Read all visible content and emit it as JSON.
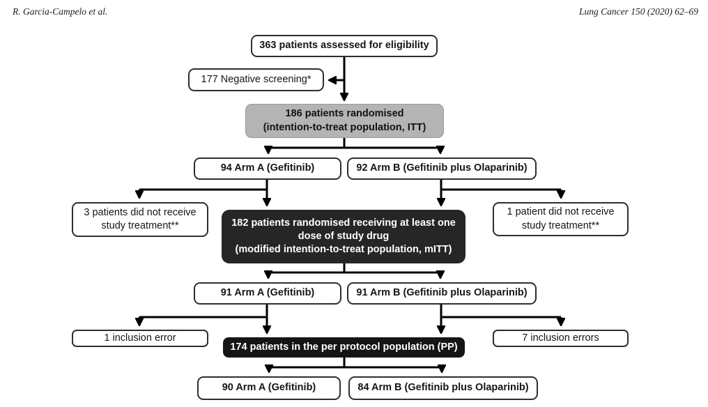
{
  "header": {
    "authors": "R. Garcia-Campelo et al.",
    "journal_ref": "Lung Cancer 150 (2020) 62–69"
  },
  "flowchart": {
    "eligibility": "363 patients assessed for eligibility",
    "negative_screening": "177 Negative screening*",
    "randomised": [
      "186 patients randomised",
      "(intention-to-treat population, ITT)"
    ],
    "itt_arm_a": "94 Arm A (Gefitinib)",
    "itt_arm_b": "92 Arm B (Gefitinib plus Olaparinib)",
    "no_treatment_a": [
      "3 patients did not receive",
      "study treatment**"
    ],
    "no_treatment_b": [
      "1 patient did not receive",
      "study treatment**"
    ],
    "mitt": [
      "182 patients randomised receiving at least one",
      "dose of study drug",
      "(modified intention-to-treat population, mITT)"
    ],
    "mitt_arm_a": "91 Arm A (Gefitinib)",
    "mitt_arm_b": "91 Arm B (Gefitinib plus Olaparinib)",
    "inclusion_error_a": "1 inclusion error",
    "inclusion_error_b": "7 inclusion errors",
    "pp": "174 patients in the per protocol population (PP)",
    "pp_arm_a": "90 Arm A (Gefitinib)",
    "pp_arm_b": "84 Arm B (Gefitinib plus Olaparinib)"
  },
  "colors": {
    "box_border": "#2e2e2e",
    "gray_box_bg": "#b4b4b4",
    "mitt_box_bg": "#262626",
    "pp_box_bg": "#151515",
    "line_color": "#000000"
  }
}
